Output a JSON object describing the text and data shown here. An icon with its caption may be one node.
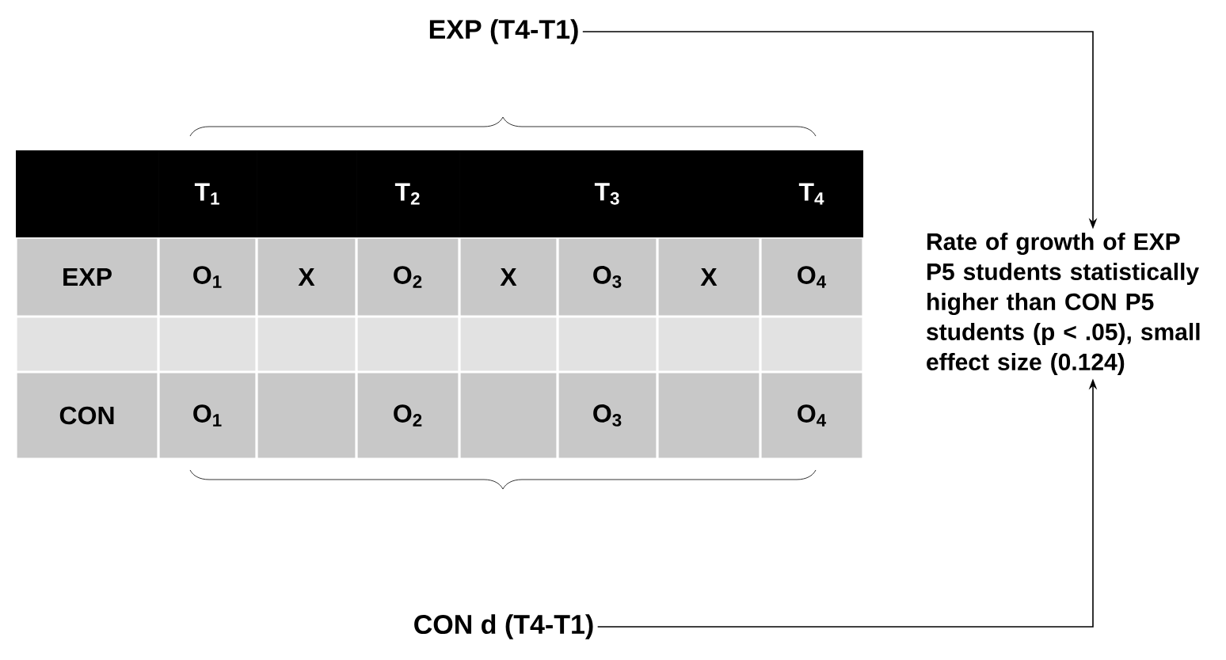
{
  "diagram": {
    "nodes": [
      {
        "text": [
          "EXP (T4-T1)"
        ]
      },
      {
        "text": [
          "CON d (T4-T1)"
        ]
      },
      {
        "text": [
          "Rate of growth of EXP P5 students statistically higher than CON P5 students (p < .05), small effect size (0.124)"
        ]
      }
    ],
    "edges": [
      {
        "from": 0,
        "to": 2,
        "arrow": "to"
      },
      {
        "from": 1,
        "to": 2,
        "arrow": "to"
      }
    ],
    "labels": [
      "T$_{1}$",
      "T$_{2}$",
      "T$_{3}$",
      "T$_{4}$",
      "EXP",
      "O$_{1}$",
      "X",
      "O$_{2}$",
      "X",
      "O$_{3}$",
      "X",
      "O$_{4}$",
      "CON",
      "O$_{1}$",
      "O$_{2}$",
      "O$_{3}$",
      "O$_{4}$"
    ]
  }
}
